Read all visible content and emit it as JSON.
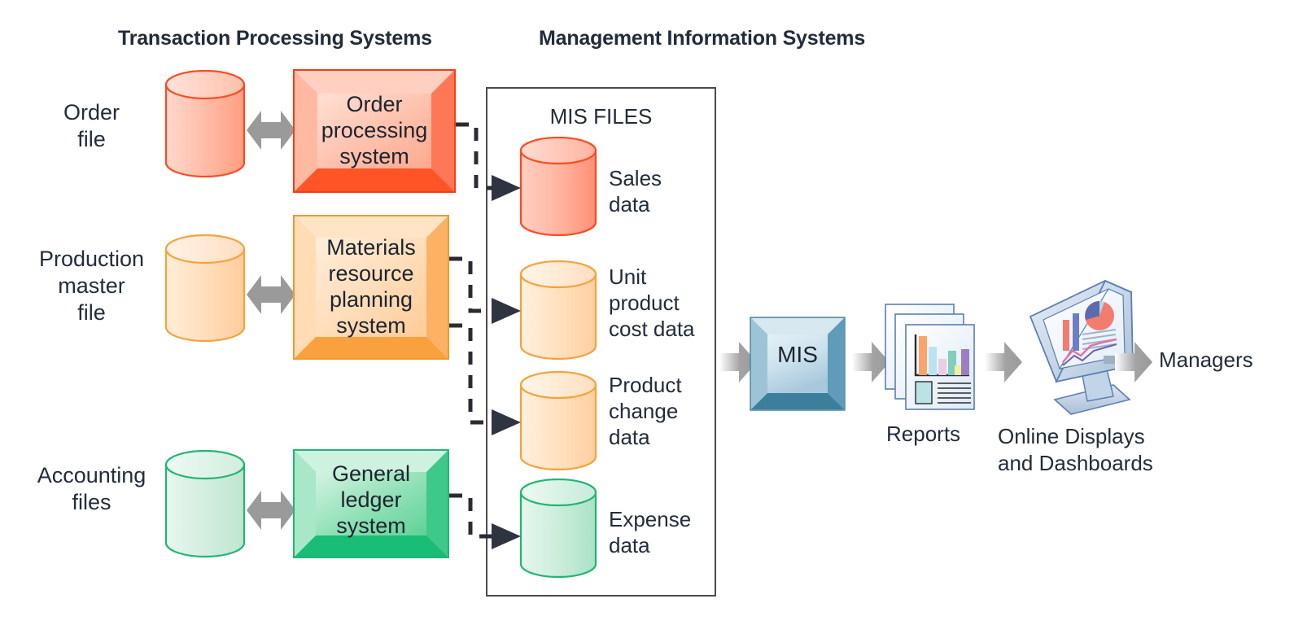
{
  "headings": {
    "left": "Transaction Processing Systems",
    "right": "Management Information Systems"
  },
  "tps_rows": [
    {
      "file_label": "Order\nfile",
      "cylinder_name": "order-file-cylinder",
      "system_label": "Order\nprocessing\nsystem",
      "color": "red",
      "fill_top": "#ffd3c6",
      "fill_bottom": "#ff8a6b",
      "stroke": "#ff3b17"
    },
    {
      "file_label": "Production\nmaster\nfile",
      "cylinder_name": "production-master-file-cylinder",
      "system_label": "Materials\nresource\nplanning\nsystem",
      "color": "orange",
      "fill_top": "#ffe6c9",
      "fill_bottom": "#fcb963",
      "stroke": "#f5a23c"
    },
    {
      "file_label": "Accounting\nfiles",
      "cylinder_name": "accounting-files-cylinder",
      "system_label": "General\nledger\nsystem",
      "color": "green",
      "fill_top": "#d8f0e0",
      "fill_bottom": "#49cc8a",
      "stroke": "#22b573"
    }
  ],
  "mis_files": {
    "title": "MIS FILES",
    "items": [
      {
        "label": "Sales\ndata",
        "color": "#ff6b4a"
      },
      {
        "label": "Unit\nproduct\ncost data",
        "color": "#f8b46a"
      },
      {
        "label": "Product\nchange\ndata",
        "color": "#f8b46a"
      },
      {
        "label": "Expense\ndata",
        "color": "#3fc08a"
      }
    ]
  },
  "flow": {
    "mis_box_label": "MIS",
    "reports_label": "Reports",
    "displays_label": "Online Displays\nand Dashboards",
    "managers_label": "Managers"
  },
  "colors": {
    "text": "#232c3b",
    "frame": "#4a4a52",
    "arrow_gray": "#9a9a9a",
    "dashed_connector": "#2b2b33",
    "mis_blue_light": "#cfe2ee",
    "mis_blue_dark": "#3b7f9c"
  },
  "icons": {
    "bidirectional_arrow": "bidirectional-arrow-icon",
    "flow_arrow": "flow-arrow-icon",
    "reports_stack": "reports-stack-icon",
    "monitor_dashboard": "monitor-dashboard-icon"
  }
}
